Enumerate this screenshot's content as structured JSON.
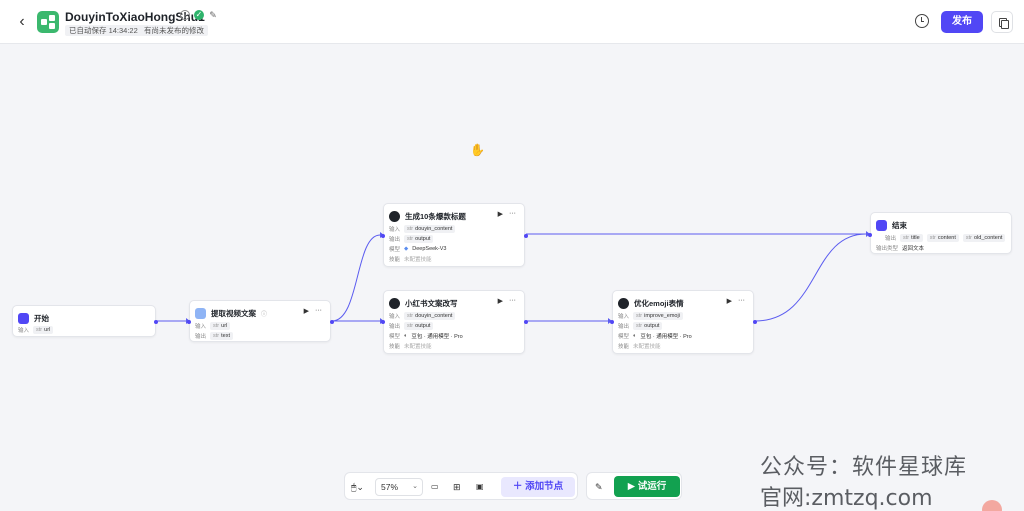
{
  "header": {
    "back_icon": "chevron-left-icon",
    "app_name": "DouyinToXiaoHongShu1",
    "autosave": "已自动保存 14:34:22",
    "unpublished": "有尚未发布的修改",
    "publish_label": "发布"
  },
  "nodes": {
    "start": {
      "title": "开始",
      "input_label": "输入",
      "input_var": "url"
    },
    "extract": {
      "title": "提取视频文案",
      "input_label": "输入",
      "input_var": "url",
      "output_label": "输出",
      "output_var": "text"
    },
    "gen_titles": {
      "title": "生成10条爆款标题",
      "input_label": "输入",
      "input_var": "douyin_content",
      "output_label": "输出",
      "output_var": "output",
      "model_label": "模型",
      "model": "DeepSeek-V3",
      "skill_label": "技能",
      "skill": "未配置技能"
    },
    "rewrite": {
      "title": "小红书文案改写",
      "input_label": "输入",
      "input_var": "douyin_content",
      "output_label": "输出",
      "output_var": "output",
      "model_label": "模型",
      "model": "豆包 · 通用模型 · Pro",
      "skill_label": "技能",
      "skill": "未配置技能"
    },
    "emoji": {
      "title": "优化emoji表情",
      "input_label": "输入",
      "input_var": "improve_emoji",
      "output_label": "输出",
      "output_var": "output",
      "model_label": "模型",
      "model": "豆包 · 通用模型 · Pro",
      "skill_label": "技能",
      "skill": "未配置技能"
    },
    "end": {
      "title": "结束",
      "output_label": "输出",
      "vars": [
        "title",
        "content",
        "old_content"
      ],
      "type_label": "输出类型",
      "type_value": "返回文本"
    }
  },
  "toolbar": {
    "zoom": "57%",
    "add_node_label": "添加节点",
    "run_label": "试运行"
  },
  "watermark": {
    "line1": "公众号：软件星球库",
    "line2": "官网:zmtzq.com"
  },
  "colors": {
    "accent": "#5147f5",
    "run": "#12a150",
    "app_icon": "#3bb86e",
    "edge": "#5b5cf0"
  }
}
